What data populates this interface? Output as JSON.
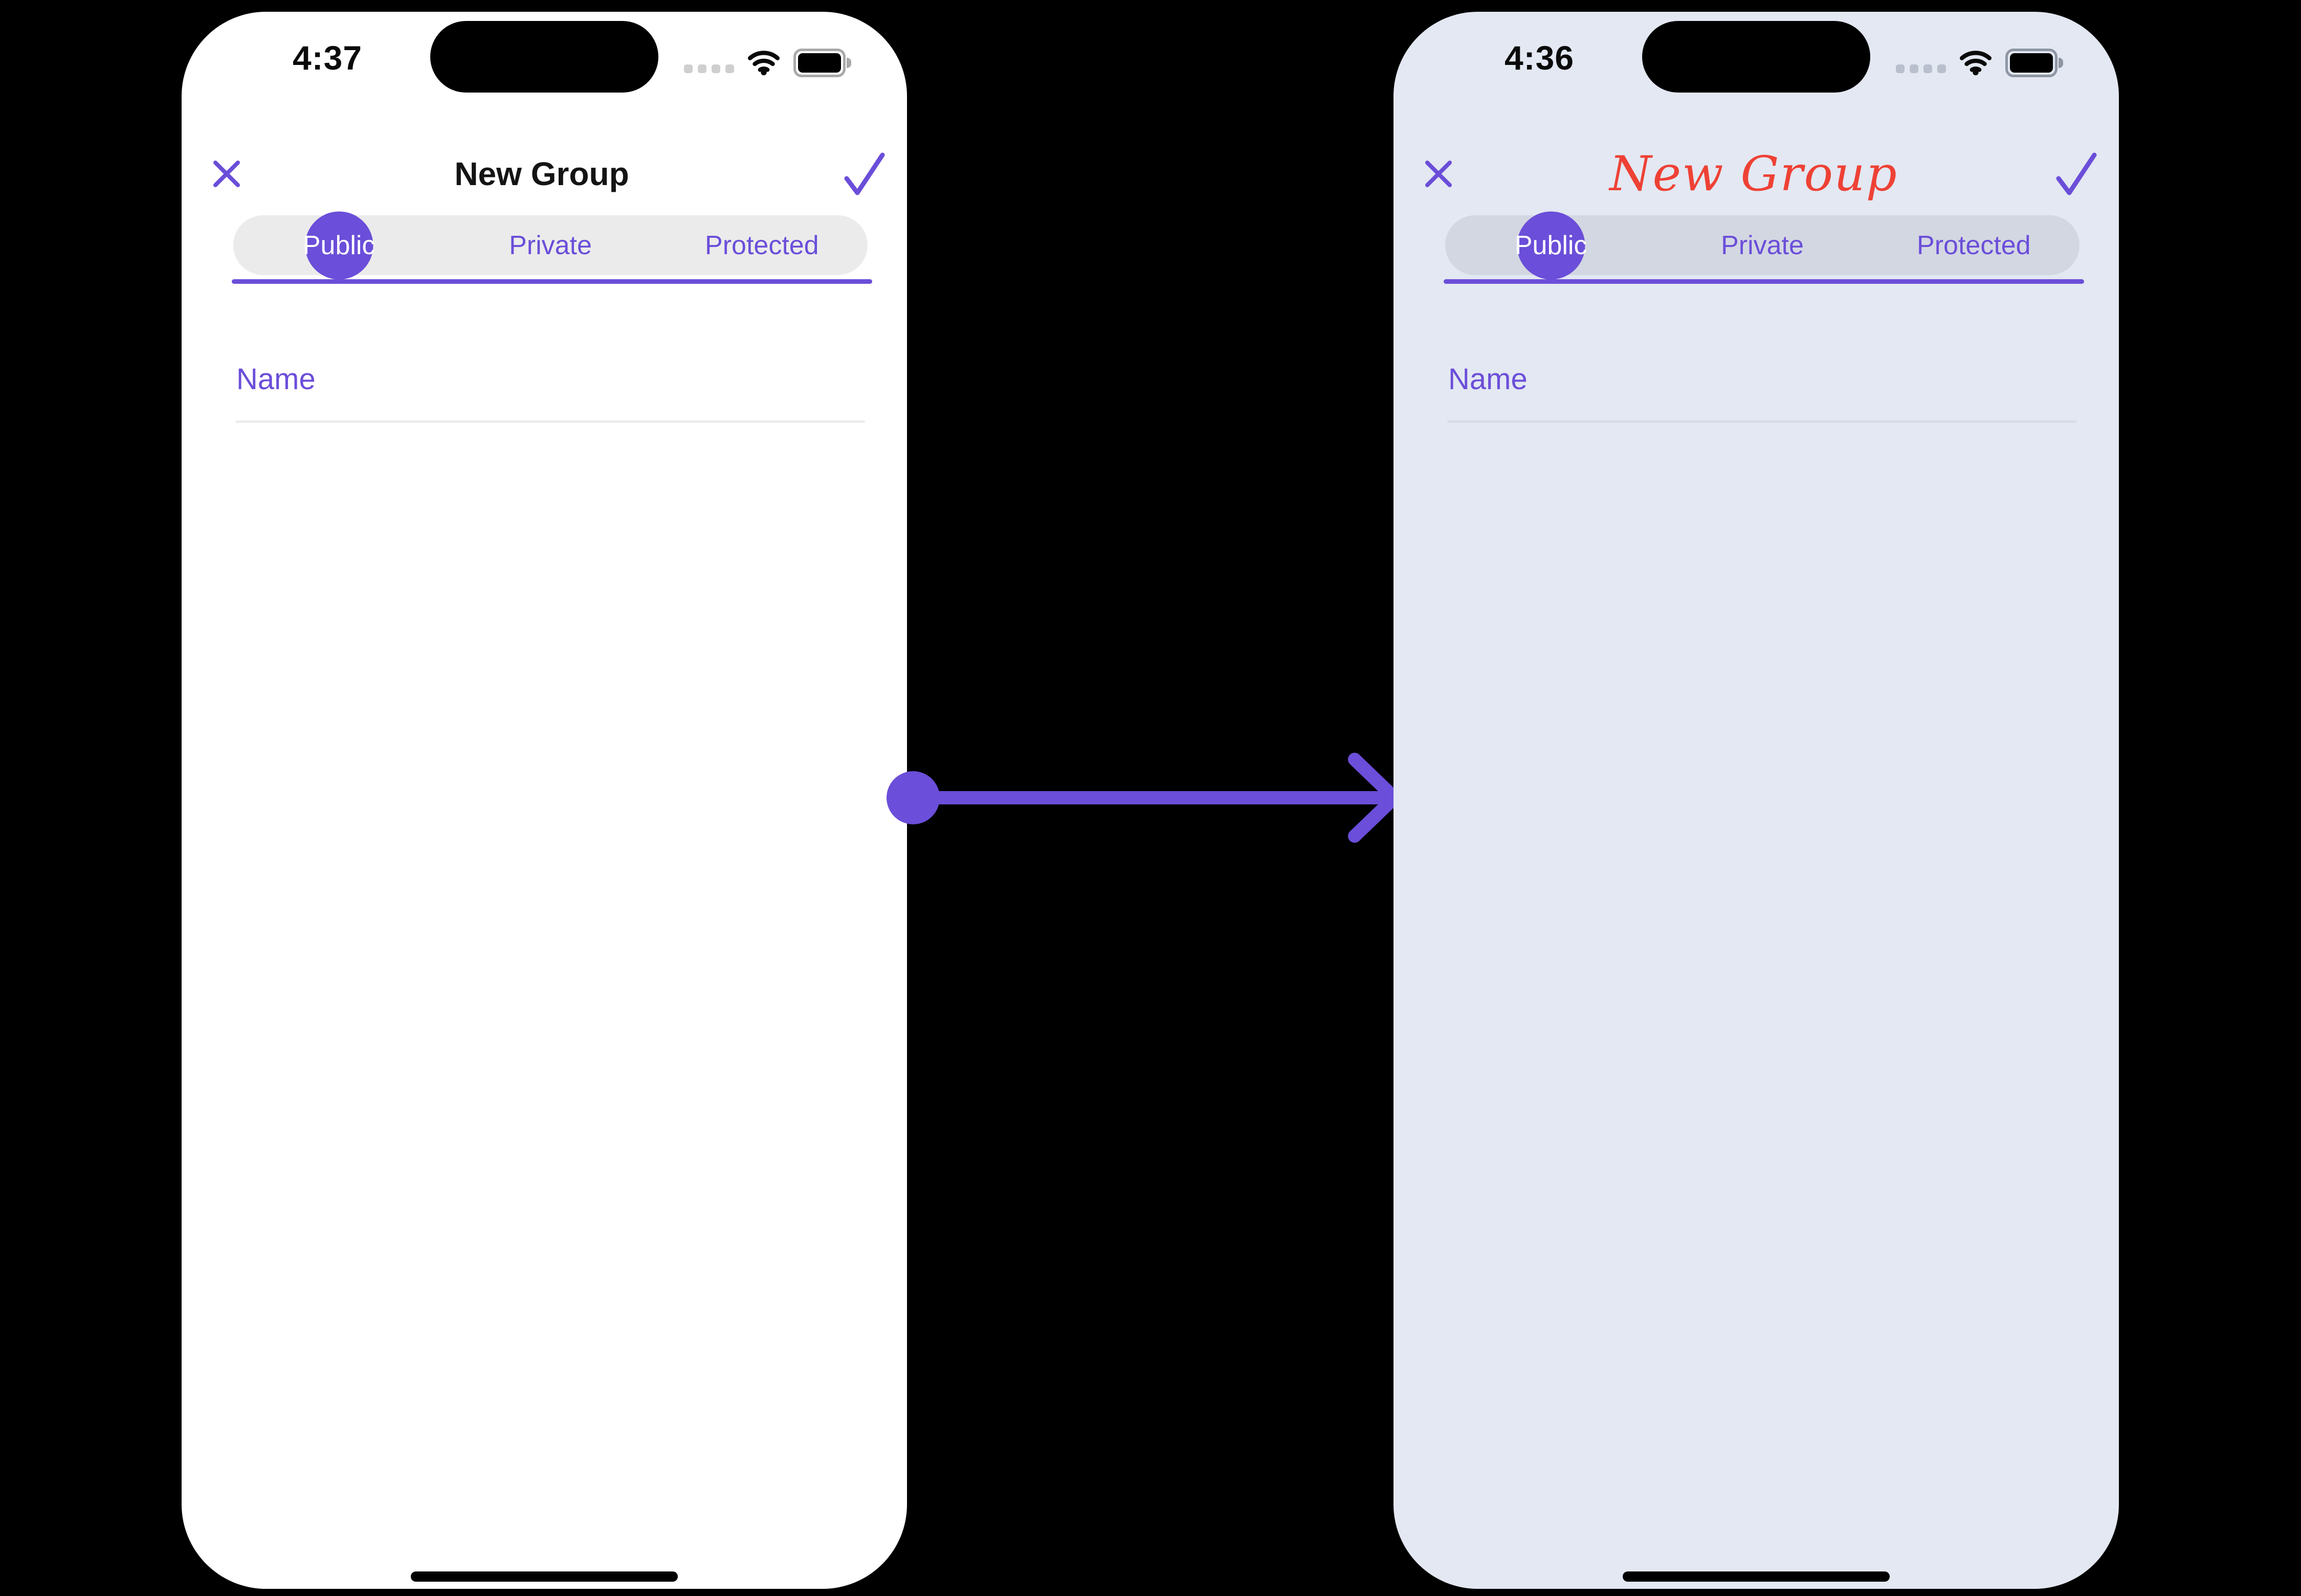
{
  "canvas": {
    "background_color": "#000000"
  },
  "theme": {
    "accent_color": "#6B4ED9",
    "script_title_color": "#EE4135"
  },
  "transition_arrow": {
    "direction": "right",
    "color": "#6B4ED9"
  },
  "left_phone": {
    "background_color": "#FFFFFF",
    "status_bar": {
      "time": "4:37"
    },
    "nav_bar": {
      "title": "New Group"
    },
    "tabs": {
      "items": [
        {
          "label": "Public",
          "selected": true
        },
        {
          "label": "Private",
          "selected": false
        },
        {
          "label": "Protected",
          "selected": false
        }
      ]
    },
    "form": {
      "name_placeholder": "Name"
    }
  },
  "right_phone": {
    "background_color": "#E3E8F2",
    "status_bar": {
      "time": "4:36"
    },
    "nav_bar": {
      "title": "New Group",
      "title_style": "handwritten-script",
      "title_color": "#EE4135"
    },
    "tabs": {
      "items": [
        {
          "label": "Public",
          "selected": true
        },
        {
          "label": "Private",
          "selected": false
        },
        {
          "label": "Protected",
          "selected": false
        }
      ]
    },
    "form": {
      "name_placeholder": "Name"
    }
  }
}
